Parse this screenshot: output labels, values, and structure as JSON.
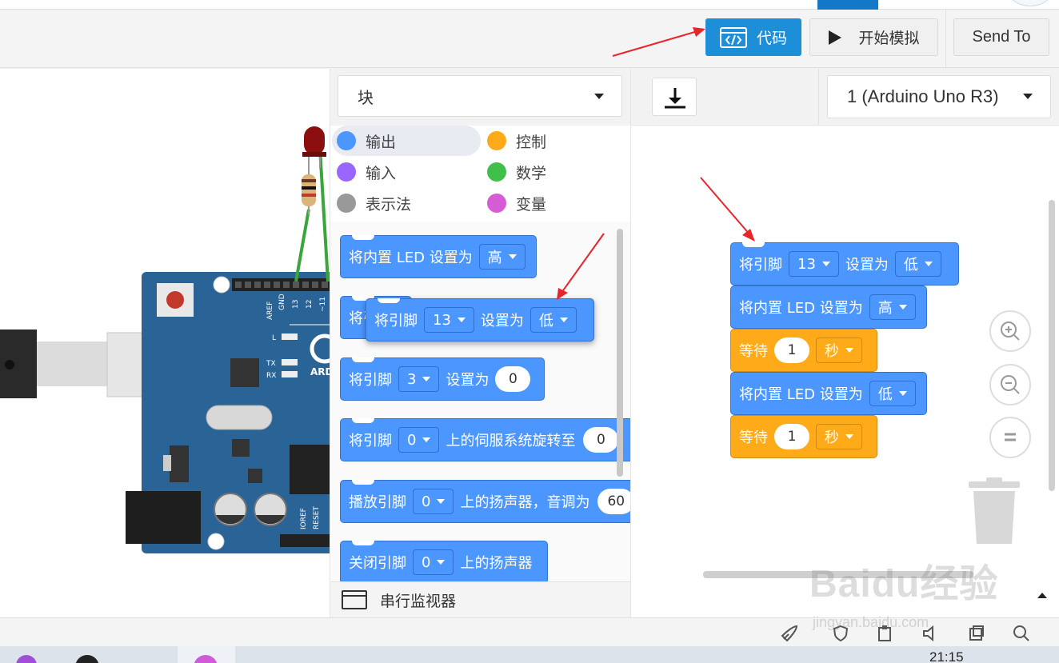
{
  "toolbar": {
    "code_label": "代码",
    "simulate_label": "开始模拟",
    "send_label": "Send To"
  },
  "palette": {
    "dropdown_value": "块",
    "categories": [
      {
        "label": "输出",
        "color": "#4c97ff",
        "selected": true
      },
      {
        "label": "控制",
        "color": "#ffab19"
      },
      {
        "label": "输入",
        "color": "#9966ff"
      },
      {
        "label": "数学",
        "color": "#40bf4a"
      },
      {
        "label": "表示法",
        "color": "#999999"
      },
      {
        "label": "变量",
        "color": "#d65cd6"
      }
    ],
    "blocks": [
      {
        "text": "将内置 LED 设置为",
        "value": "高"
      },
      {
        "text": "将引脚",
        "pin": "13",
        "mid": "设置为",
        "value": "低"
      },
      {
        "text": "将引脚",
        "pin": "3",
        "mid": "设置为",
        "value": "0"
      },
      {
        "text": "将引脚",
        "pin": "0",
        "mid": "上的伺服系统旋转至",
        "value": "0"
      },
      {
        "text": "播放引脚",
        "pin": "0",
        "mid": "上的扬声器，音调为",
        "value": "60"
      },
      {
        "text": "关闭引脚",
        "pin": "0",
        "mid": "上的扬声器"
      }
    ],
    "partial_label": "将引",
    "serial_monitor": "串行监视器"
  },
  "workspace": {
    "board_label": "1 (Arduino Uno R3)",
    "stack": [
      {
        "text": "将引脚",
        "pin": "13",
        "mid": "设置为",
        "value": "低"
      },
      {
        "text": "将内置 LED 设置为",
        "value": "高"
      },
      {
        "text": "等待",
        "amount": "1",
        "unit": "秒"
      },
      {
        "text": "将内置 LED 设置为",
        "value": "低"
      },
      {
        "text": "等待",
        "amount": "1",
        "unit": "秒"
      }
    ]
  },
  "board": {
    "labels": [
      "AREF",
      "GND",
      "13",
      "12",
      "~11",
      "L",
      "TX",
      "RX",
      "IOREF",
      "RESET",
      "ARD"
    ]
  },
  "watermark": {
    "main": "Baidu经验",
    "sub": "jingyan.baidu.com"
  },
  "taskbar": {
    "time": "21:15"
  },
  "colors": {
    "accent": "#1d8ed8",
    "block_blue": "#4c97ff",
    "block_orange": "#ffab19",
    "arrow_red": "#e8262a"
  }
}
